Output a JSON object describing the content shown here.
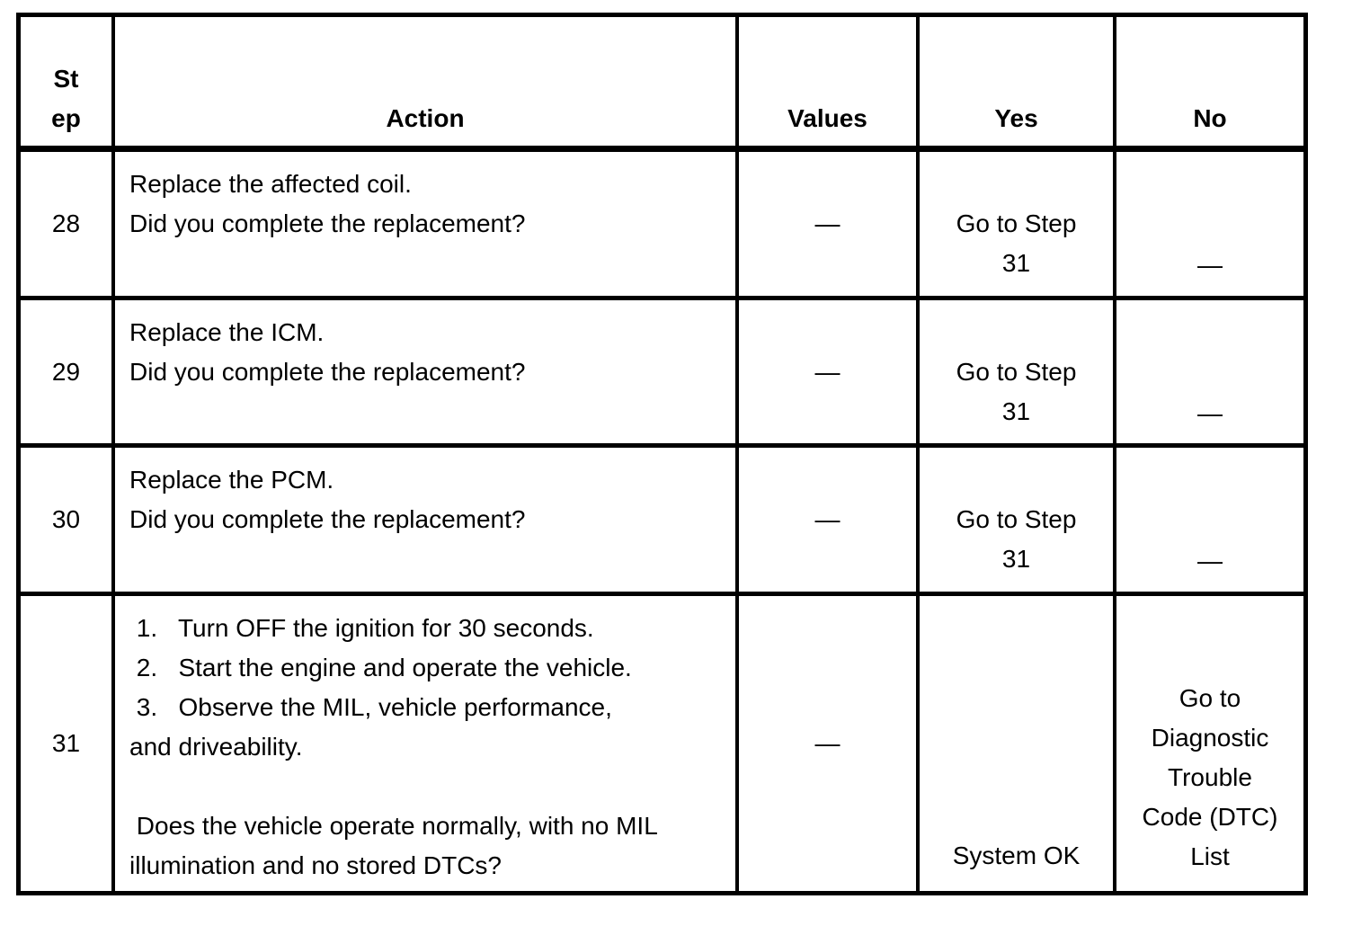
{
  "page": {
    "background_color": "#ffffff",
    "text_color": "#000000",
    "border_color": "#000000"
  },
  "table": {
    "kind": "diagnostic-procedure-table",
    "columns": [
      {
        "key": "step",
        "label": "St\nep"
      },
      {
        "key": "action",
        "label": "Action"
      },
      {
        "key": "values",
        "label": "Values"
      },
      {
        "key": "yes",
        "label": "Yes"
      },
      {
        "key": "no",
        "label": "No"
      }
    ],
    "rows": [
      {
        "step": "28",
        "action": "Replace the affected coil.\nDid you complete the replacement?",
        "values": "—",
        "yes": "Go to Step\n31",
        "no": "—"
      },
      {
        "step": "29",
        "action": "Replace the ICM.\nDid you complete the replacement?",
        "values": "—",
        "yes": "Go to Step\n31",
        "no": "—"
      },
      {
        "step": "30",
        "action": "Replace the PCM.\nDid you complete the replacement?",
        "values": "—",
        "yes": "Go to Step\n31",
        "no": "—"
      },
      {
        "step": "31",
        "action": " 1.   Turn OFF the ignition for 30 seconds.\n 2.   Start the engine and operate the vehicle.\n 3.   Observe the MIL, vehicle performance,\nand driveability.\n\n Does the vehicle operate normally, with no MIL\nillumination and no stored DTCs?",
        "values": "—",
        "yes": "System OK",
        "no": "Go to\nDiagnostic\nTrouble\nCode (DTC)\nList"
      }
    ]
  }
}
